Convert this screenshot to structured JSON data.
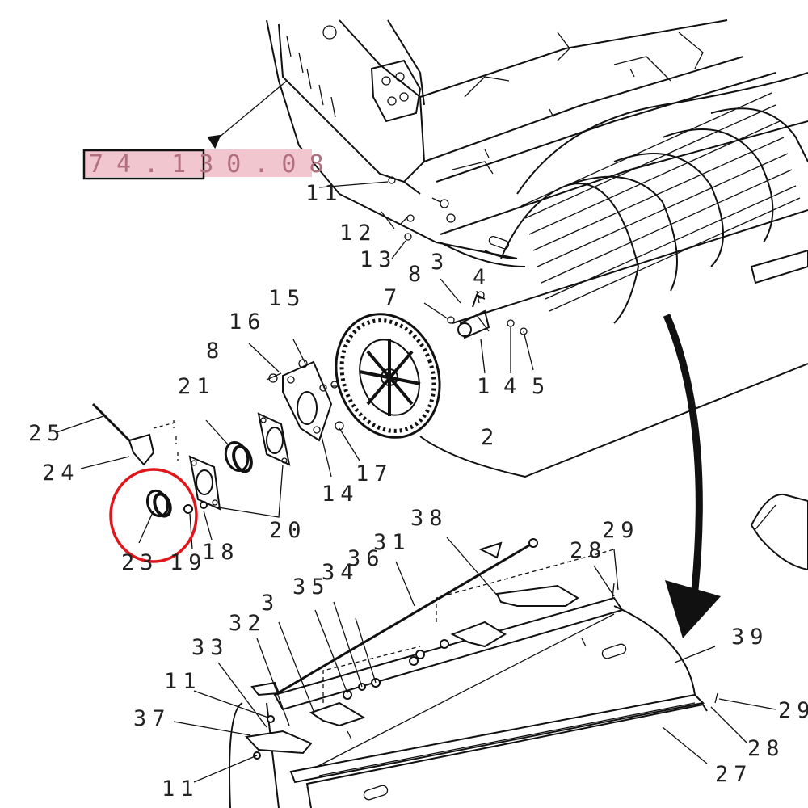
{
  "reference": {
    "text": "74.130.08",
    "highlight_color": "#f2c6ce",
    "text_color": "#b2707e"
  },
  "highlight": {
    "color": "#e0161b",
    "target_item": "23"
  },
  "callouts": [
    {
      "id": "c-11a",
      "text": "11"
    },
    {
      "id": "c-12",
      "text": "12"
    },
    {
      "id": "c-13",
      "text": "13"
    },
    {
      "id": "c-8a",
      "text": "8"
    },
    {
      "id": "c-3a",
      "text": "3"
    },
    {
      "id": "c-4a",
      "text": "4"
    },
    {
      "id": "c-7",
      "text": "7"
    },
    {
      "id": "c-15",
      "text": "15"
    },
    {
      "id": "c-16",
      "text": "16"
    },
    {
      "id": "c-8b",
      "text": "8"
    },
    {
      "id": "c-21",
      "text": "21"
    },
    {
      "id": "c-1",
      "text": "1"
    },
    {
      "id": "c-4b",
      "text": "4"
    },
    {
      "id": "c-5",
      "text": "5"
    },
    {
      "id": "c-25",
      "text": "25"
    },
    {
      "id": "c-2",
      "text": "2"
    },
    {
      "id": "c-24",
      "text": "24"
    },
    {
      "id": "c-17",
      "text": "17"
    },
    {
      "id": "c-14",
      "text": "14"
    },
    {
      "id": "c-20",
      "text": "20"
    },
    {
      "id": "c-18",
      "text": "18"
    },
    {
      "id": "c-23",
      "text": "23"
    },
    {
      "id": "c-19",
      "text": "19"
    },
    {
      "id": "c-38",
      "text": "38"
    },
    {
      "id": "c-29a",
      "text": "29"
    },
    {
      "id": "c-31",
      "text": "31"
    },
    {
      "id": "c-28a",
      "text": "28"
    },
    {
      "id": "c-36",
      "text": "36"
    },
    {
      "id": "c-34",
      "text": "34"
    },
    {
      "id": "c-35",
      "text": "35"
    },
    {
      "id": "c-3b",
      "text": "3"
    },
    {
      "id": "c-32",
      "text": "32"
    },
    {
      "id": "c-39",
      "text": "39"
    },
    {
      "id": "c-33",
      "text": "33"
    },
    {
      "id": "c-11b",
      "text": "11"
    },
    {
      "id": "c-37",
      "text": "37"
    },
    {
      "id": "c-29b",
      "text": "29"
    },
    {
      "id": "c-28b",
      "text": "28"
    },
    {
      "id": "c-27",
      "text": "27"
    },
    {
      "id": "c-11c",
      "text": "11"
    }
  ]
}
